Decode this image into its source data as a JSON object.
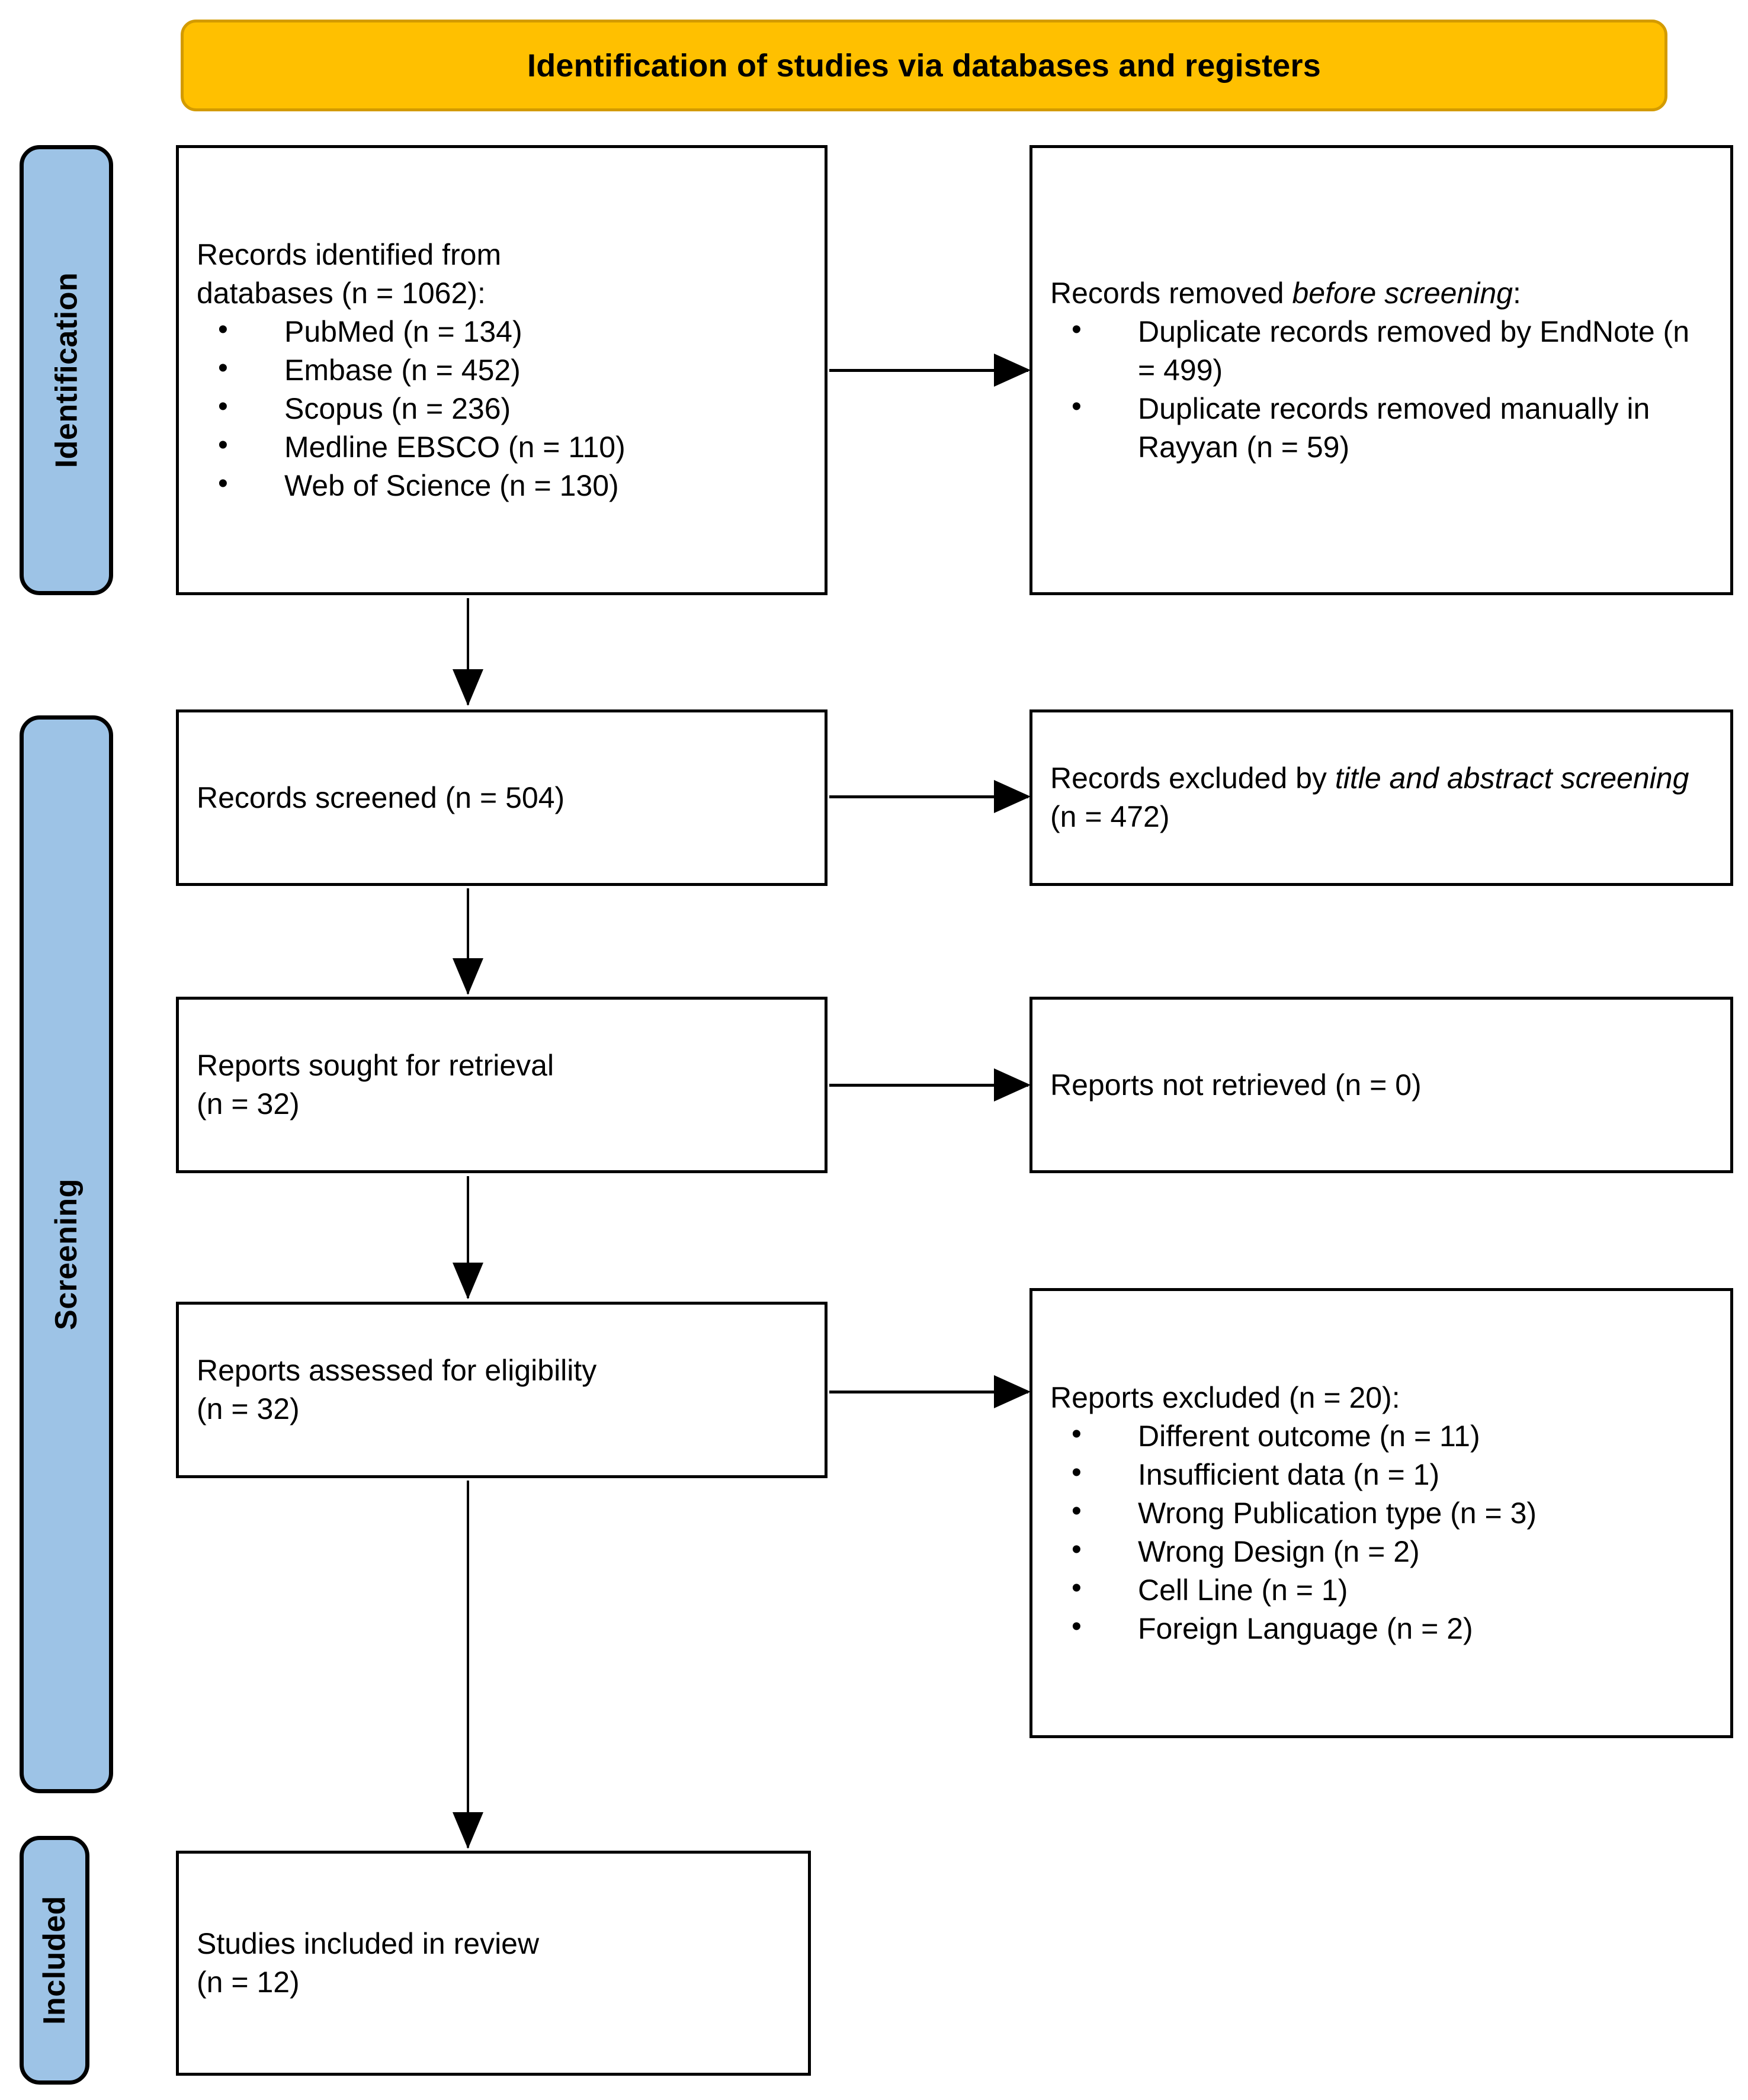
{
  "header": {
    "title": "Identification of studies via databases and registers",
    "fill_color": "#FFC000",
    "border_color": "#D39B00"
  },
  "stages": {
    "identification": "Identification",
    "screening": "Screening",
    "included": "Included",
    "fill_color": "#9DC3E6"
  },
  "boxes": {
    "identified": {
      "heading_line1": "Records identified from",
      "heading_line2": "databases (n = 1062):",
      "items": [
        "PubMed (n = 134)",
        "Embase (n = 452)",
        "Scopus (n = 236)",
        "Medline EBSCO (n = 110)",
        "Web of Science (n = 130)"
      ]
    },
    "removed_before_screening": {
      "heading_plain": "Records removed ",
      "heading_italic": "before screening",
      "heading_suffix": ":",
      "items": [
        "Duplicate records removed by EndNote (n = 499)",
        "Duplicate records removed manually in Rayyan (n = 59)"
      ]
    },
    "records_screened": {
      "text": "Records screened (n = 504)"
    },
    "records_excluded": {
      "prefix": "Records excluded by ",
      "italic": "title and abstract screening",
      "suffix": " (n = 472)"
    },
    "reports_sought": {
      "line1": "Reports sought for retrieval",
      "line2": "(n = 32)"
    },
    "reports_not_retrieved": {
      "text": "Reports not retrieved (n = 0)"
    },
    "reports_assessed": {
      "line1": "Reports assessed for eligibility",
      "line2": "(n = 32)"
    },
    "reports_excluded": {
      "heading": "Reports excluded (n = 20):",
      "items": [
        "Different outcome (n = 11)",
        "Insufficient data (n = 1)",
        "Wrong Publication type (n = 3)",
        "Wrong Design (n = 2)",
        "Cell Line (n = 1)",
        "Foreign Language (n = 2)"
      ]
    },
    "studies_included": {
      "line1": "Studies included in review",
      "line2": "(n = 12)"
    }
  }
}
